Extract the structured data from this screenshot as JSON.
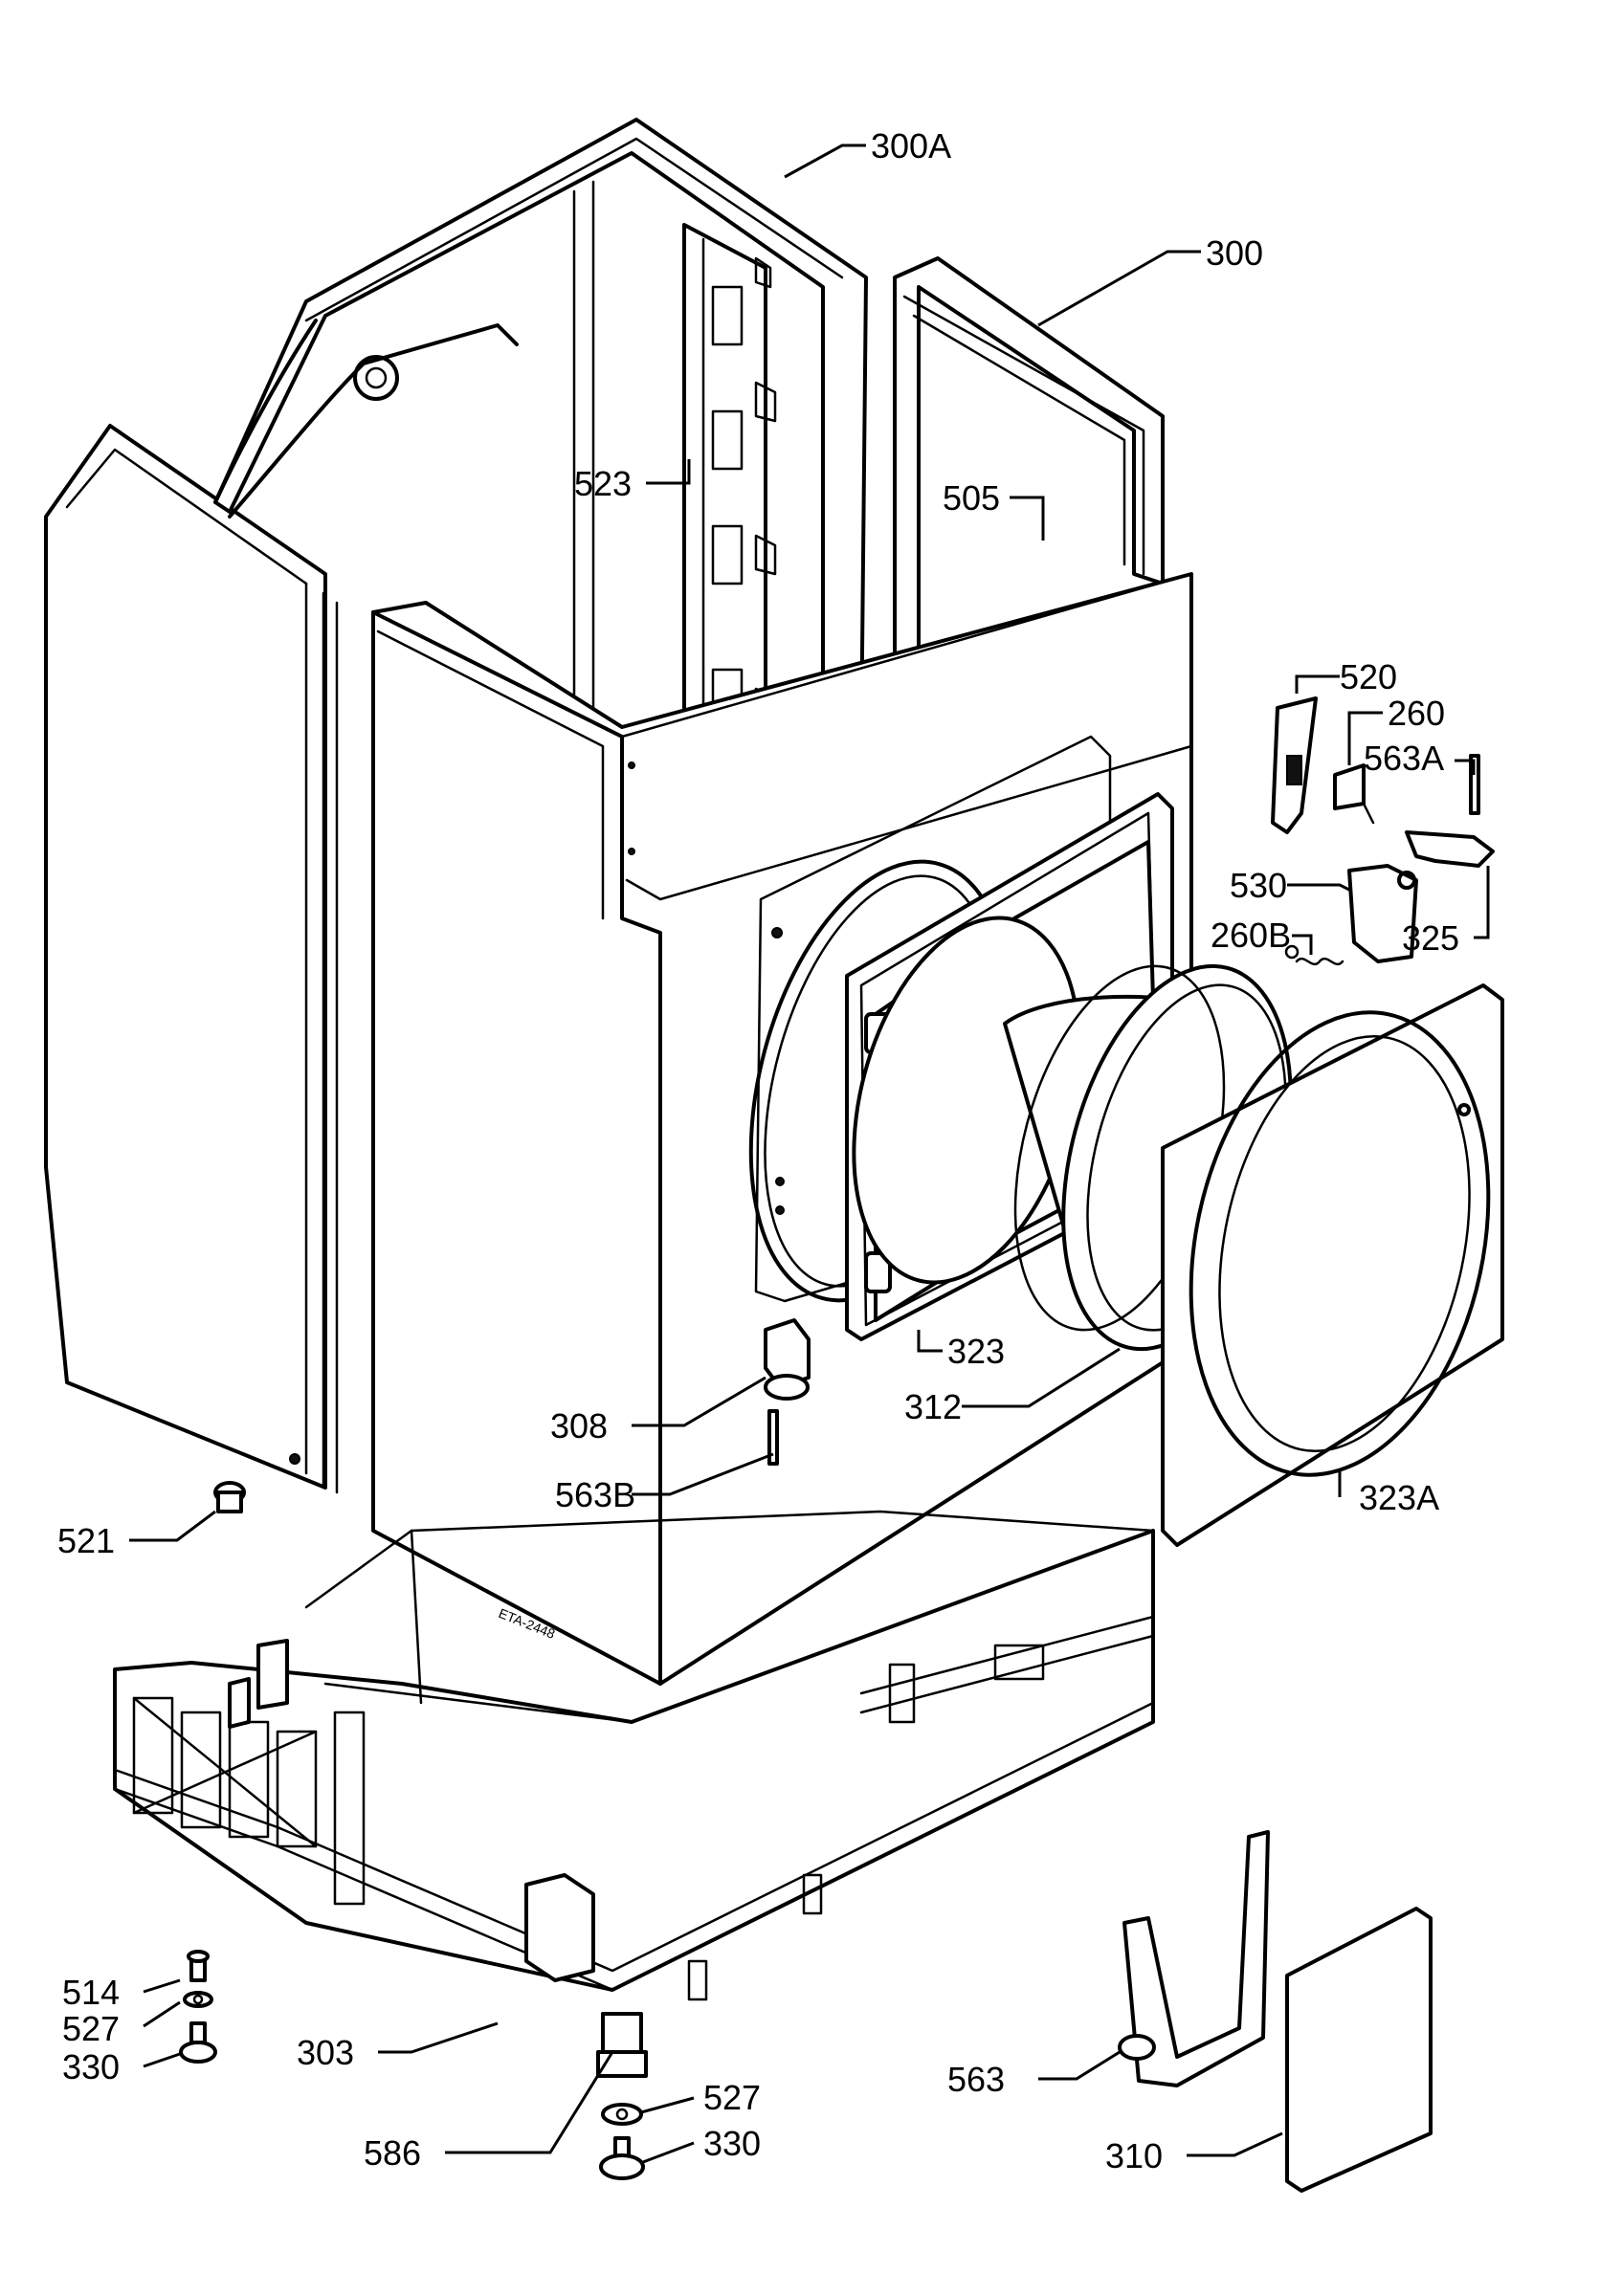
{
  "labels": {
    "p300A": "300A",
    "p300": "300",
    "p523": "523",
    "p505": "505",
    "p520": "520",
    "p260": "260",
    "p563A": "563A",
    "p530": "530",
    "p260B": "260B",
    "p325": "325",
    "p323": "323",
    "p312": "312",
    "p308": "308",
    "p563B": "563B",
    "p323A": "323A",
    "p521": "521",
    "p514": "514",
    "p527_left": "527",
    "p330_left": "330",
    "p303": "303",
    "p586": "586",
    "p527_bottom": "527",
    "p330_bottom": "330",
    "p563": "563",
    "p310": "310"
  },
  "handwritten_note": "ETA-2448"
}
